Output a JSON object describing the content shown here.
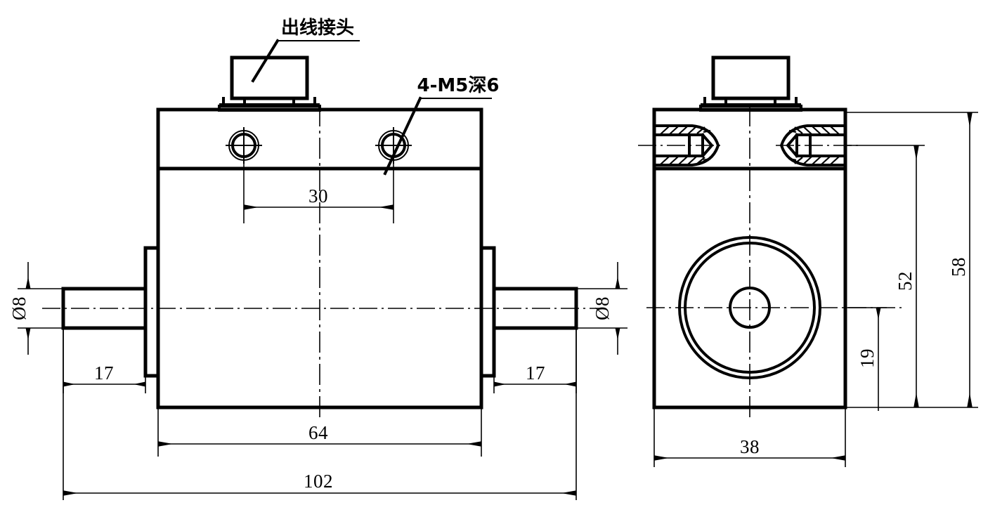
{
  "drawing": {
    "title": "Torque sensor outline dimension drawing",
    "units": "mm",
    "line_color": "#000000",
    "background_color": "#ffffff"
  },
  "annotations": {
    "outlet_connector": "出线接头",
    "tapped_holes": "4-M5深6"
  },
  "front_view": {
    "name": "front-view",
    "dimensions": {
      "hole_spacing": "30",
      "shaft_diameter_left": "Ø8",
      "shaft_diameter_right": "Ø8",
      "shaft_length_left": "17",
      "shaft_length_right": "17",
      "body_length": "64",
      "overall_length": "102"
    }
  },
  "side_view": {
    "name": "side-view",
    "dimensions": {
      "bore_center_height": "19",
      "upper_height": "52",
      "overall_height": "58",
      "width": "38"
    }
  },
  "dimension_list": [
    {
      "value": "30",
      "orientation": "horizontal",
      "view": "front"
    },
    {
      "value": "Ø8",
      "orientation": "vertical",
      "view": "front"
    },
    {
      "value": "17",
      "orientation": "horizontal",
      "view": "front"
    },
    {
      "value": "64",
      "orientation": "horizontal",
      "view": "front"
    },
    {
      "value": "102",
      "orientation": "horizontal",
      "view": "front"
    },
    {
      "value": "19",
      "orientation": "vertical",
      "view": "side"
    },
    {
      "value": "52",
      "orientation": "vertical",
      "view": "side"
    },
    {
      "value": "58",
      "orientation": "vertical",
      "view": "side"
    },
    {
      "value": "38",
      "orientation": "horizontal",
      "view": "side"
    }
  ]
}
